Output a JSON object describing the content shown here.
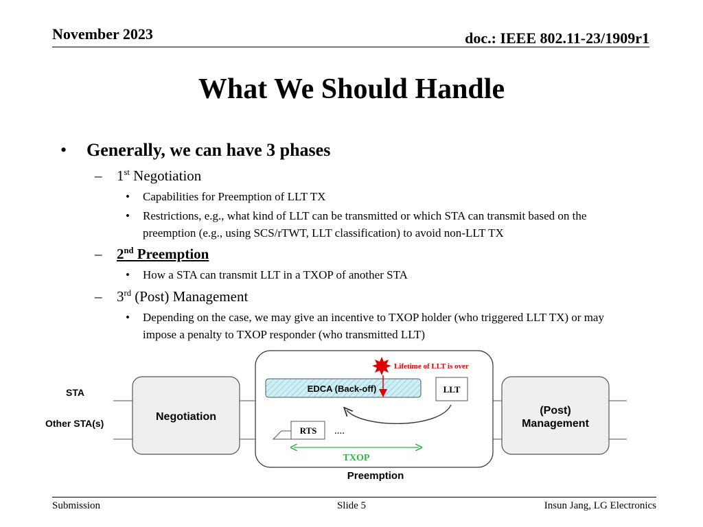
{
  "header": {
    "date": "November 2023",
    "doc_id": "doc.: IEEE 802.11-23/1909r1"
  },
  "title": "What We Should Handle",
  "bullets": {
    "main": "Generally, we can have 3 phases",
    "phase1": {
      "num": "1",
      "sup": "st",
      "label": " Negotiation",
      "items": [
        "Capabilities for Preemption of LLT TX",
        "Restrictions, e.g., what kind of LLT can be transmitted or which STA can transmit based on the preemption (e.g., using SCS/rTWT, LLT classification) to avoid non-LLT TX"
      ]
    },
    "phase2": {
      "num": "2",
      "sup": "nd",
      "label": " Preemption",
      "items": [
        "How a STA can transmit LLT in a TXOP of another STA"
      ]
    },
    "phase3": {
      "num": "3",
      "sup": "rd",
      "label": " (Post) Management",
      "items": [
        "Depending on the case, we may give an incentive to TXOP holder (who triggered LLT TX) or may impose a penalty to TXOP responder (who transmitted LLT)"
      ]
    }
  },
  "diagram": {
    "row_sta": "STA",
    "row_other": "Other STA(s)",
    "negotiation": "Negotiation",
    "post_line1": "(Post)",
    "post_line2": "Management",
    "preemption": "Preemption",
    "edca": "EDCA (Back-off)",
    "llt": "LLT",
    "rts": "RTS",
    "dots": "....",
    "txop": "TXOP",
    "lifetime": "Lifetime of LLT  is over",
    "colors": {
      "box_fill": "#efefef",
      "edca_fill": "#cdeff5",
      "lifetime_red": "#e00000",
      "txop_green": "#2cb34a"
    }
  },
  "footer": {
    "left": "Submission",
    "center": "Slide 5",
    "right": "Insun Jang, LG Electronics"
  }
}
